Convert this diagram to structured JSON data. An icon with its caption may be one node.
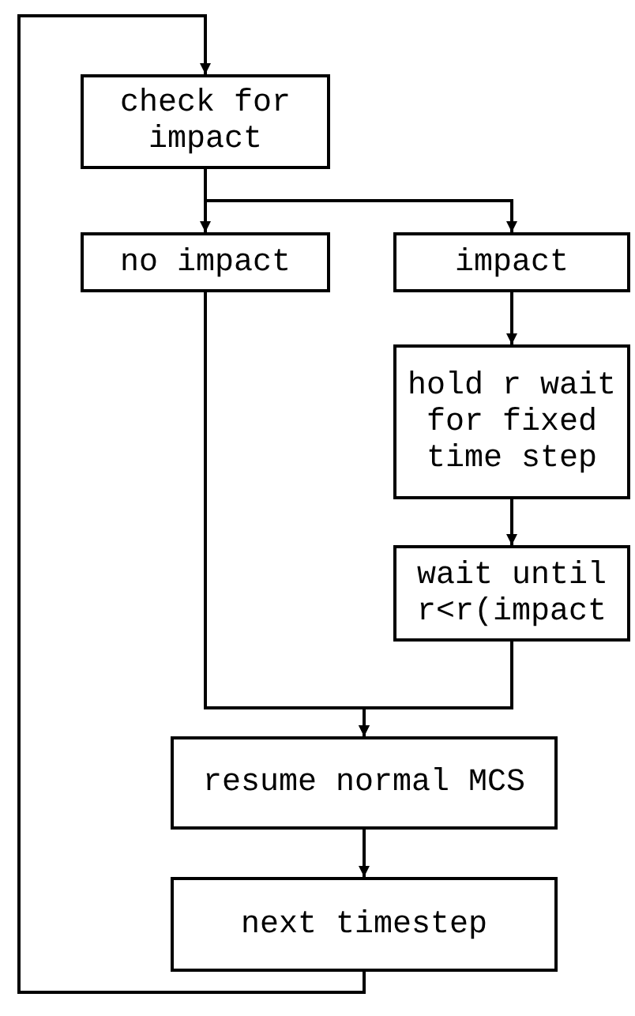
{
  "diagram": {
    "nodes": [
      {
        "text": [
          "check for impact"
        ]
      },
      {
        "text": [
          "no impact"
        ]
      },
      {
        "text": [
          "impact"
        ]
      },
      {
        "text": [
          "hold r wait for fixed time step"
        ]
      },
      {
        "text": [
          "wait until r<r(impact"
        ]
      },
      {
        "text": [
          "resume normal MCS"
        ]
      },
      {
        "text": [
          "next timestep"
        ]
      }
    ],
    "edges": [
      {
        "from": 0,
        "to": 1,
        "arrow": "to"
      },
      {
        "from": 0,
        "to": 2,
        "arrow": "to"
      },
      {
        "from": 2,
        "to": 3,
        "arrow": "to"
      },
      {
        "from": 3,
        "to": 4,
        "arrow": "to"
      },
      {
        "from": 1,
        "to": 5,
        "arrow": "to"
      },
      {
        "from": 4,
        "to": 5,
        "arrow": "to"
      },
      {
        "from": 5,
        "to": 6,
        "arrow": "to"
      },
      {
        "from": 6,
        "to": 0,
        "arrow": "to"
      }
    ]
  }
}
